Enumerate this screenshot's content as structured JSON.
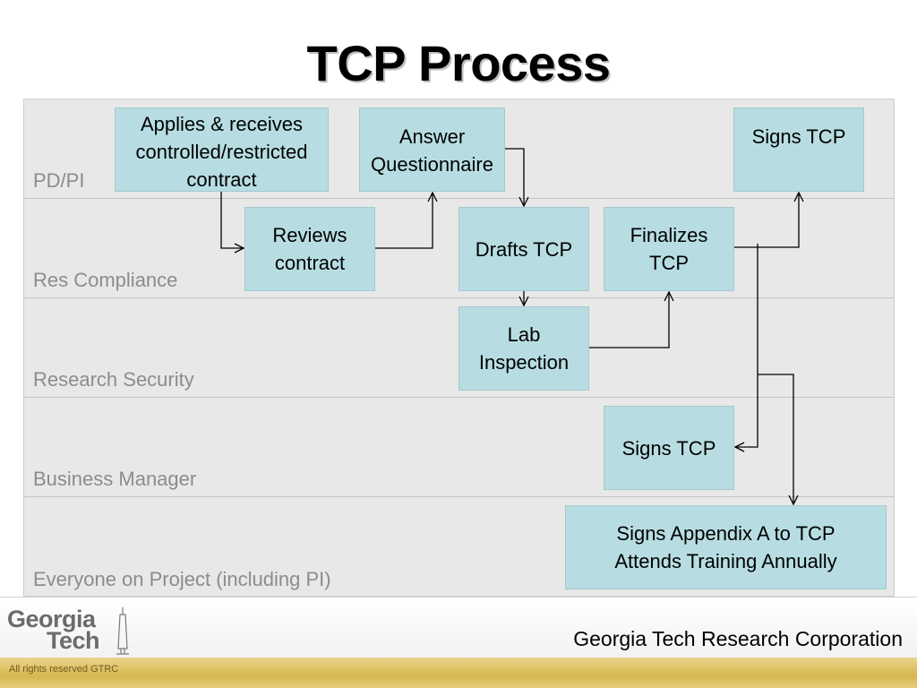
{
  "title": "TCP Process",
  "lanes": [
    "PD/PI",
    "Res Compliance",
    "Research Security",
    "Business Manager",
    "Everyone on Project (including PI)"
  ],
  "boxes": {
    "applies": "Applies & receives\ncontrolled/restricted\ncontract",
    "answer": "Answer\nQuestionnaire",
    "signs_pi": "Signs TCP",
    "reviews": "Reviews\ncontract",
    "drafts": "Drafts TCP",
    "finalizes": "Finalizes\nTCP",
    "lab": "Lab\nInspection",
    "signs_bm": "Signs TCP",
    "appendix": "Signs Appendix A to TCP\nAttends Training Annually"
  },
  "footer": {
    "logo_line1": "Georgia",
    "logo_line2": "Tech",
    "org": "Georgia Tech Research Corporation",
    "rights": "All rights reserved GTRC"
  },
  "colors": {
    "box_fill": "#b7dde2",
    "lane_fill": "#e8e8e8",
    "lane_label": "#8c8c8c",
    "footer_bar": "#d8b64e"
  }
}
